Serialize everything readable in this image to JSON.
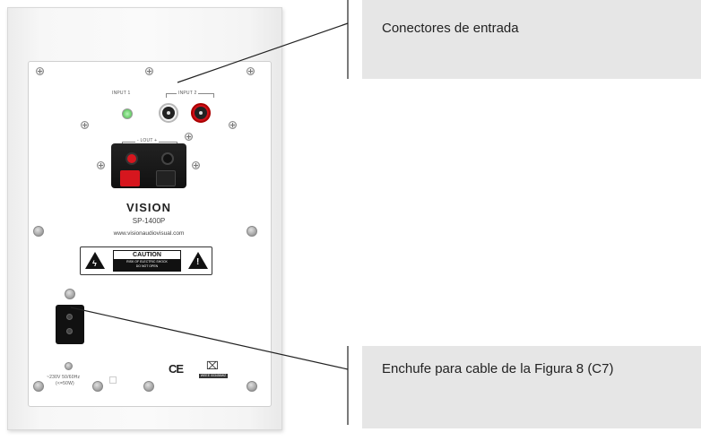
{
  "callouts": {
    "top": "Conectores de entrada",
    "bottom": "Enchufe para cable de la Figura 8 (C7)"
  },
  "panel": {
    "input1_label": "INPUT 1",
    "input2_label": "INPUT 2",
    "lout_label": "- LOUT +",
    "brand": "VISION",
    "model": "SP-1400P",
    "url": "www.visionaudiovisual.com",
    "caution_title": "CAUTION",
    "caution_line1": "RISK OF ELECTRIC SHOCK",
    "caution_line2": "DO NOT OPEN",
    "power_rating_line1": "~230V 50/60Hz",
    "power_rating_line2": "(<=50W)",
    "ce_mark": "CE",
    "weee_code": "WEEE 003456WZ"
  },
  "colors": {
    "callout_bg": "#e6e6e6",
    "rca_red": "#d0101a",
    "rca_white": "#f4f4f4",
    "led_green": "#6fd06f",
    "terminal_red": "#d6161e"
  }
}
